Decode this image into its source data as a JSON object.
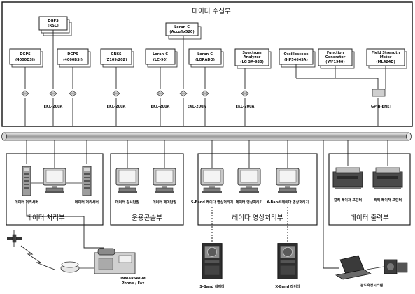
{
  "title": "데이터 수집부",
  "collectors": {
    "dgps_rsc": {
      "l1": "DGPS",
      "l2": "(RSC)"
    },
    "loran_e": {
      "l1": "Loran-C",
      "l2": "(Accufix520)"
    },
    "dgps_4000": {
      "l1": "DGPS",
      "l2": "(4000DSI)"
    },
    "dgps_4000b": {
      "l1": "DGPS",
      "l2": "(4000BSI)"
    },
    "gnss": {
      "l1": "GNSS",
      "l2": "(Z109/20Z)"
    },
    "loran_lc90": {
      "l1": "Loran-C",
      "l2": "(LC-90)"
    },
    "loran_loradd": {
      "l1": "Loran-C",
      "l2": "(LORADD)"
    },
    "spectrum": {
      "l1": "Spectrum",
      "l2": "Analyzer",
      "l3": "(LG SA-930)"
    },
    "oscilloscope": {
      "l1": "Oscilloscope",
      "l2": "(HP54645A)"
    },
    "function_gen": {
      "l1": "Function",
      "l2": "Generator",
      "l3": "(WF1946)"
    },
    "field_meter": {
      "l1": "Field Strength",
      "l2": "Meter",
      "l3": "(ML424D)"
    }
  },
  "converters": [
    "EKL-200A",
    "EKL-200A",
    "EKL-200A",
    "EKL-200A",
    "EKL-200A"
  ],
  "gpib_label": "GPIB-ENET",
  "sections": {
    "data_processing": {
      "label": "데이터 처리부",
      "captions": [
        "데이터 처리서버",
        "데이터 처리서버"
      ]
    },
    "operation": {
      "label": "운용콘솔부",
      "captions": [
        "데이터 감시단말",
        "데이터 제어단말"
      ]
    },
    "radar": {
      "label": "레이다 영상처리부",
      "captions": [
        "S-Band 레이다 영상처리기",
        "데이터 영상처리기",
        "X-Band 레이다 영상처리기"
      ]
    },
    "output": {
      "label": "데이터 출력부",
      "captions": [
        "컬러 레이저 프린터",
        "흑백 레이저 프린터"
      ]
    }
  },
  "external": {
    "inmarsat_l1": "INMARSAT-M",
    "inmarsat_l2": "Phone / Fax",
    "s_band": "S-Band 레이다",
    "x_band": "X-Band 레이다",
    "field_system": "광도측정시스템"
  }
}
